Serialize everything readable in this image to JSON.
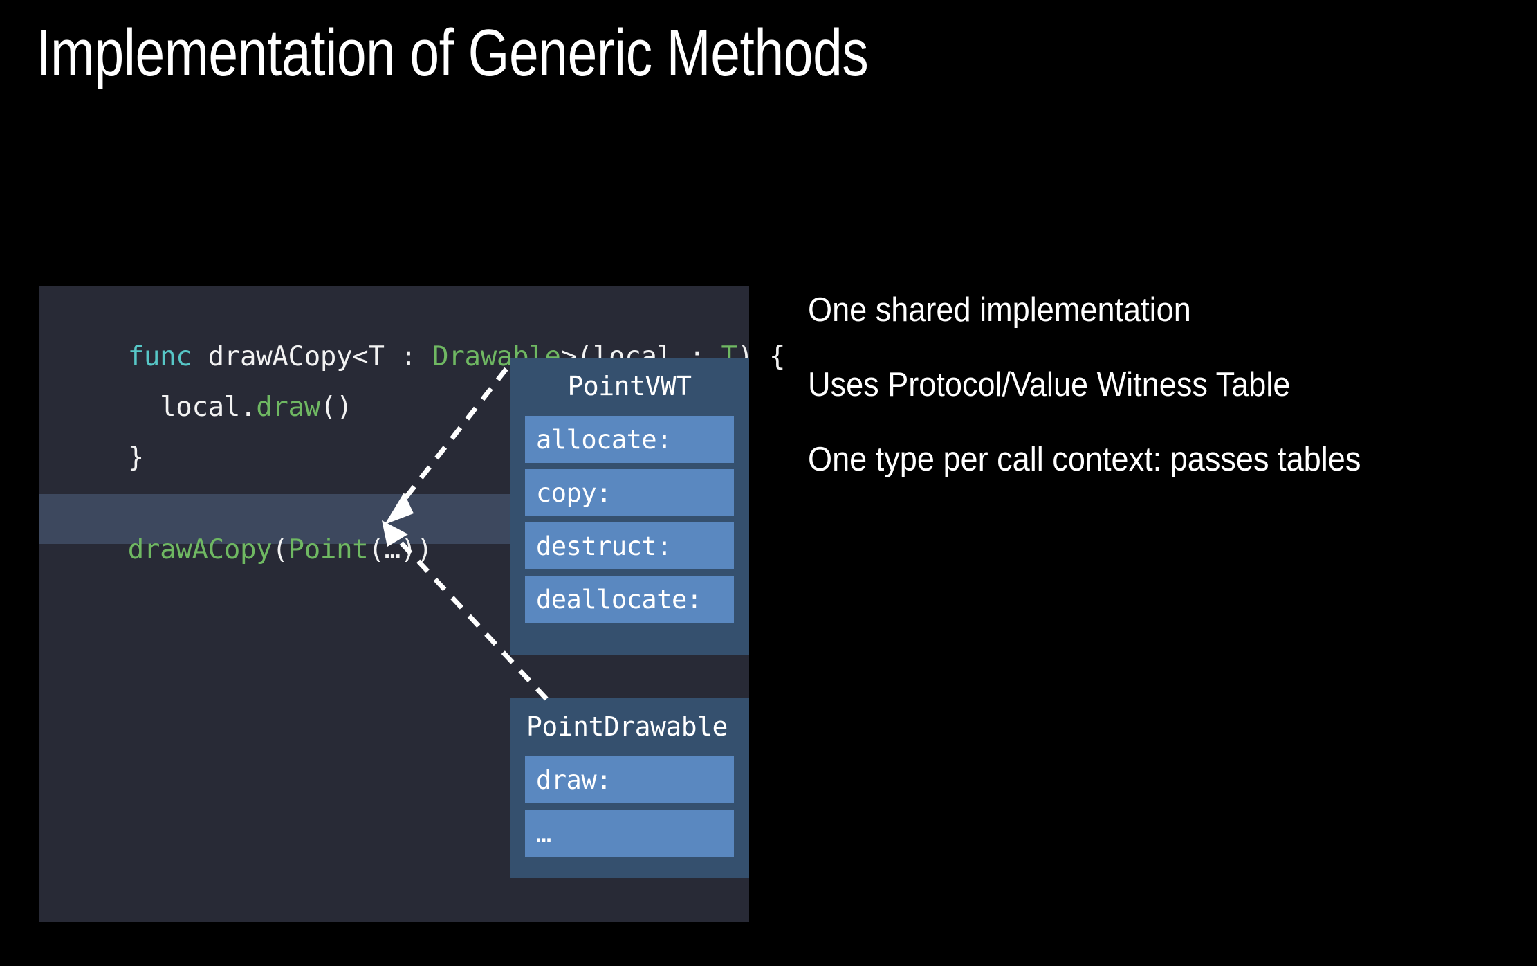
{
  "slide": {
    "title": "Implementation of Generic Methods",
    "background_color": "#000000"
  },
  "code_panel": {
    "background_color": "#282A36",
    "keyword_color": "#57C7C7",
    "type_color": "#6FB862",
    "text_color": "#F2F2F2",
    "highlight_color": "#3D485E",
    "lines": [
      {
        "id": "line-1",
        "full_text": "func drawACopy<T : Drawable>(local : T) {",
        "tokens": [
          {
            "text": "func",
            "kind": "keyword"
          },
          {
            "text": " drawACopy<T : ",
            "kind": "plain"
          },
          {
            "text": "Drawable",
            "kind": "type"
          },
          {
            "text": ">(local : ",
            "kind": "plain"
          },
          {
            "text": "T",
            "kind": "type"
          },
          {
            "text": ") {",
            "kind": "plain"
          }
        ]
      },
      {
        "id": "line-2",
        "full_text": "  local.draw()",
        "tokens": [
          {
            "text": "  local.",
            "kind": "plain"
          },
          {
            "text": "draw",
            "kind": "fn"
          },
          {
            "text": "()",
            "kind": "plain"
          }
        ]
      },
      {
        "id": "line-3",
        "full_text": "}",
        "tokens": [
          {
            "text": "}",
            "kind": "plain"
          }
        ]
      }
    ],
    "call_site": {
      "full_text": "drawACopy(Point(…))",
      "highlighted": true,
      "tokens": [
        {
          "text": "drawACopy",
          "kind": "fn"
        },
        {
          "text": "(",
          "kind": "plain"
        },
        {
          "text": "Point",
          "kind": "fn"
        },
        {
          "text": "(…))",
          "kind": "plain"
        }
      ]
    }
  },
  "tables": [
    {
      "name": "PointVWT",
      "title": "PointVWT",
      "container_color": "#35506E",
      "row_color": "#5A88C0",
      "rows": [
        "allocate:",
        "copy:",
        "destruct:",
        "deallocate:"
      ]
    },
    {
      "name": "PointDrawable",
      "title": "PointDrawable",
      "container_color": "#35506E",
      "row_color": "#5A88C0",
      "rows": [
        "draw:",
        "…"
      ]
    }
  ],
  "arrows": [
    {
      "name": "vwt-to-callsite",
      "from": "PointVWT table left edge",
      "to": "call site",
      "style": "dashed",
      "color": "#FFFFFF"
    },
    {
      "name": "drawable-to-callsite",
      "from": "PointDrawable table top-left",
      "to": "call site",
      "style": "dashed",
      "color": "#FFFFFF"
    }
  ],
  "bullets": {
    "items": [
      "One shared implementation",
      "Uses Protocol/Value Witness Table",
      "One type per call context: passes tables"
    ]
  }
}
